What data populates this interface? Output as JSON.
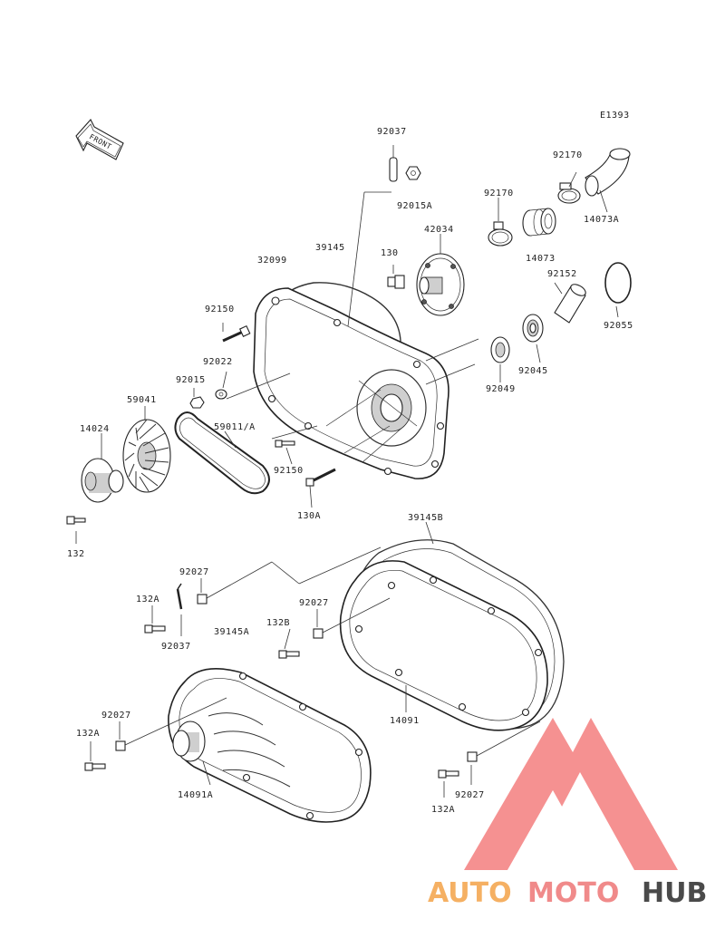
{
  "diagram": {
    "code": "E1393",
    "front_label": "FRONT"
  },
  "labels": {
    "p92037_top": "92037",
    "p92015A": "92015A",
    "p92170_a": "92170",
    "p92170_b": "92170",
    "p14073A": "14073A",
    "p42034": "42034",
    "p32099": "32099",
    "p39145": "39145",
    "p130": "130",
    "p14073": "14073",
    "p92152": "92152",
    "p92055": "92055",
    "p92150_top": "92150",
    "p92022": "92022",
    "p92015": "92015",
    "p92045": "92045",
    "p92049": "92049",
    "p59041": "59041",
    "p14024": "14024",
    "p59011A": "59011/A",
    "p92150_mid": "92150",
    "p130A": "130A",
    "p132": "132",
    "p39145B": "39145B",
    "p92027_a": "92027",
    "p132A_a": "132A",
    "p92027_b": "92027",
    "p132B": "132B",
    "p39145A": "39145A",
    "p92037_bot": "92037",
    "p14091": "14091",
    "p92027_c": "92027",
    "p132A_b": "132A",
    "p14091A": "14091A",
    "p92027_d": "92027",
    "p132A_c": "132A"
  },
  "watermark": {
    "part1": "AUTO",
    "part2": "MOTO",
    "part3": "HUB",
    "color_auto": "#f5b063",
    "color_moto": "#f08a8a",
    "color_hub": "#4a4a4a",
    "logo_color": "#f26d6d"
  }
}
